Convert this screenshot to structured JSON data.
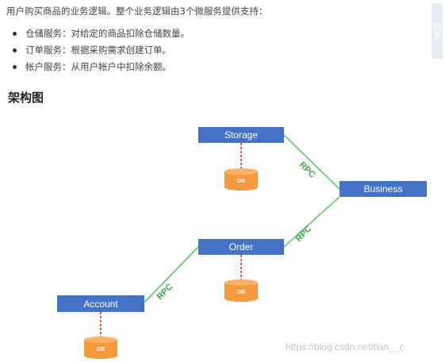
{
  "intro": "用户购买商品的业务逻辑。整个业务逻辑由3个微服务提供支持：",
  "services": [
    "仓储服务：对给定的商品扣除仓储数量。",
    "订单服务：根据采购需求创建订单。",
    "帐户服务：从用户帐户中扣除余额。"
  ],
  "heading": "架构图",
  "side_strip_text": "目录",
  "diagram": {
    "nodes": {
      "storage": "Storage",
      "business": "Business",
      "order": "Order",
      "account": "Account"
    },
    "edge_label": "RPC",
    "db_label": "DB"
  },
  "watermark": "https://blog.csdn.net/tian__c",
  "colors": {
    "node": "#4472c4",
    "edge": "#7ccc84",
    "rpc_text": "#3fa84a",
    "db": "#f39a3c",
    "db_link": "#d9302a"
  }
}
